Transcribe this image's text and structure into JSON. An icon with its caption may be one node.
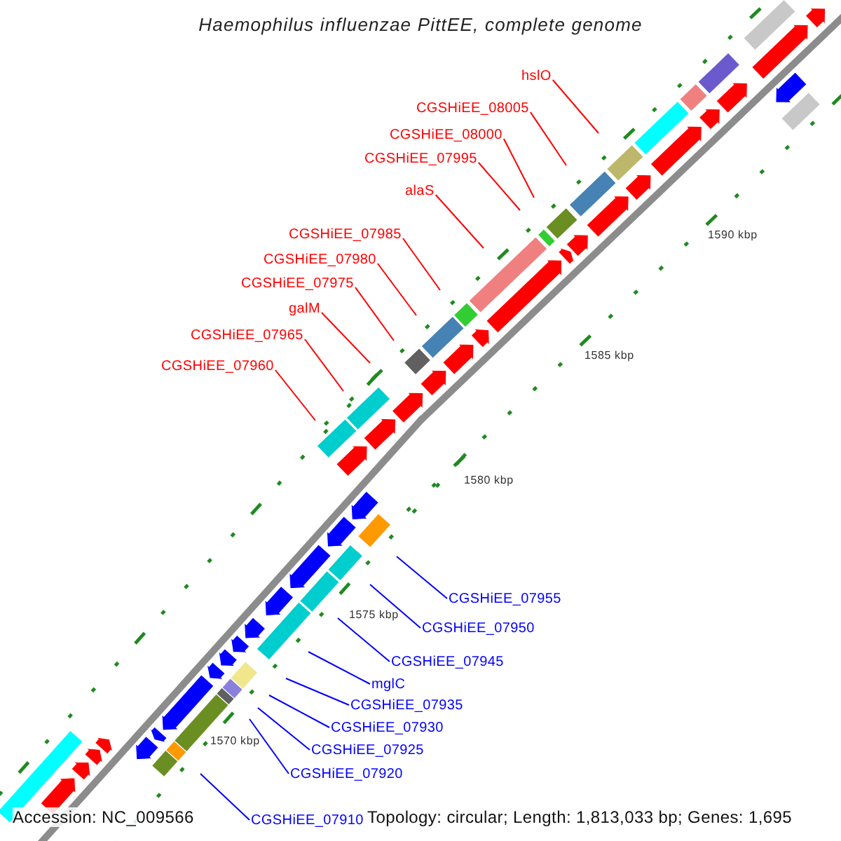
{
  "diagram": {
    "title": "Haemophilus influenzae PittEE, complete genome",
    "nodes": [
      {
        "text": [
          "hslO"
        ]
      },
      {
        "text": [
          "CGSHiEE_08005"
        ]
      },
      {
        "text": [
          "CGSHiEE_08000"
        ]
      },
      {
        "text": [
          "CGSHiEE_07995"
        ]
      },
      {
        "text": [
          "alaS"
        ]
      },
      {
        "text": [
          "CGSHiEE_07985"
        ]
      },
      {
        "text": [
          "CGSHiEE_07980"
        ]
      },
      {
        "text": [
          "CGSHiEE_07975"
        ]
      },
      {
        "text": [
          "galM"
        ]
      },
      {
        "text": [
          "CGSHiEE_07965"
        ]
      },
      {
        "text": [
          "CGSHiEE_07960"
        ]
      },
      {
        "text": [
          "CGSHiEE_07955"
        ]
      },
      {
        "text": [
          "CGSHiEE_07950"
        ]
      },
      {
        "text": [
          "CGSHiEE_07945"
        ]
      },
      {
        "text": [
          "mglC"
        ]
      },
      {
        "text": [
          "CGSHiEE_07935"
        ]
      },
      {
        "text": [
          "CGSHiEE_07930"
        ]
      },
      {
        "text": [
          "CGSHiEE_07925"
        ]
      },
      {
        "text": [
          "CGSHiEE_07920"
        ]
      },
      {
        "text": [
          "CGSHiEE_07910"
        ]
      }
    ],
    "edges": [
      {
        "from": 0,
        "to": null,
        "arrow": "none"
      },
      {
        "from": 1,
        "to": null,
        "arrow": "none"
      },
      {
        "from": 2,
        "to": null,
        "arrow": "none"
      },
      {
        "from": 3,
        "to": null,
        "arrow": "none"
      },
      {
        "from": 4,
        "to": null,
        "arrow": "none"
      },
      {
        "from": 5,
        "to": null,
        "arrow": "none"
      },
      {
        "from": 6,
        "to": null,
        "arrow": "none"
      },
      {
        "from": 7,
        "to": null,
        "arrow": "none"
      },
      {
        "from": 8,
        "to": null,
        "arrow": "none"
      },
      {
        "from": 9,
        "to": null,
        "arrow": "none"
      },
      {
        "from": 10,
        "to": null,
        "arrow": "none"
      },
      {
        "from": 11,
        "to": null,
        "arrow": "none",
        "color": "#0000ff"
      },
      {
        "from": 12,
        "to": null,
        "arrow": "none",
        "color": "#0000ff"
      },
      {
        "from": 13,
        "to": null,
        "arrow": "none",
        "color": "#0000ff"
      },
      {
        "from": 14,
        "to": null,
        "arrow": "none",
        "color": "#0000ff"
      },
      {
        "from": 15,
        "to": null,
        "arrow": "none",
        "color": "#0000ff"
      },
      {
        "from": 16,
        "to": null,
        "arrow": "none",
        "color": "#0000ff"
      },
      {
        "from": 17,
        "to": null,
        "arrow": "none",
        "color": "#0000ff"
      },
      {
        "from": 18,
        "to": null,
        "arrow": "none",
        "color": "#0000ff"
      },
      {
        "from": 19,
        "to": null,
        "arrow": "none",
        "color": "#0000ff"
      }
    ],
    "labels": [
      "1590 kbp",
      "1585 kbp",
      "1580 kbp",
      "1575 kbp",
      "1570 kbp",
      "Accession: NC_009566",
      "Topology: circular; Length: 1,813,033 bp; Genes: 1,695"
    ]
  }
}
